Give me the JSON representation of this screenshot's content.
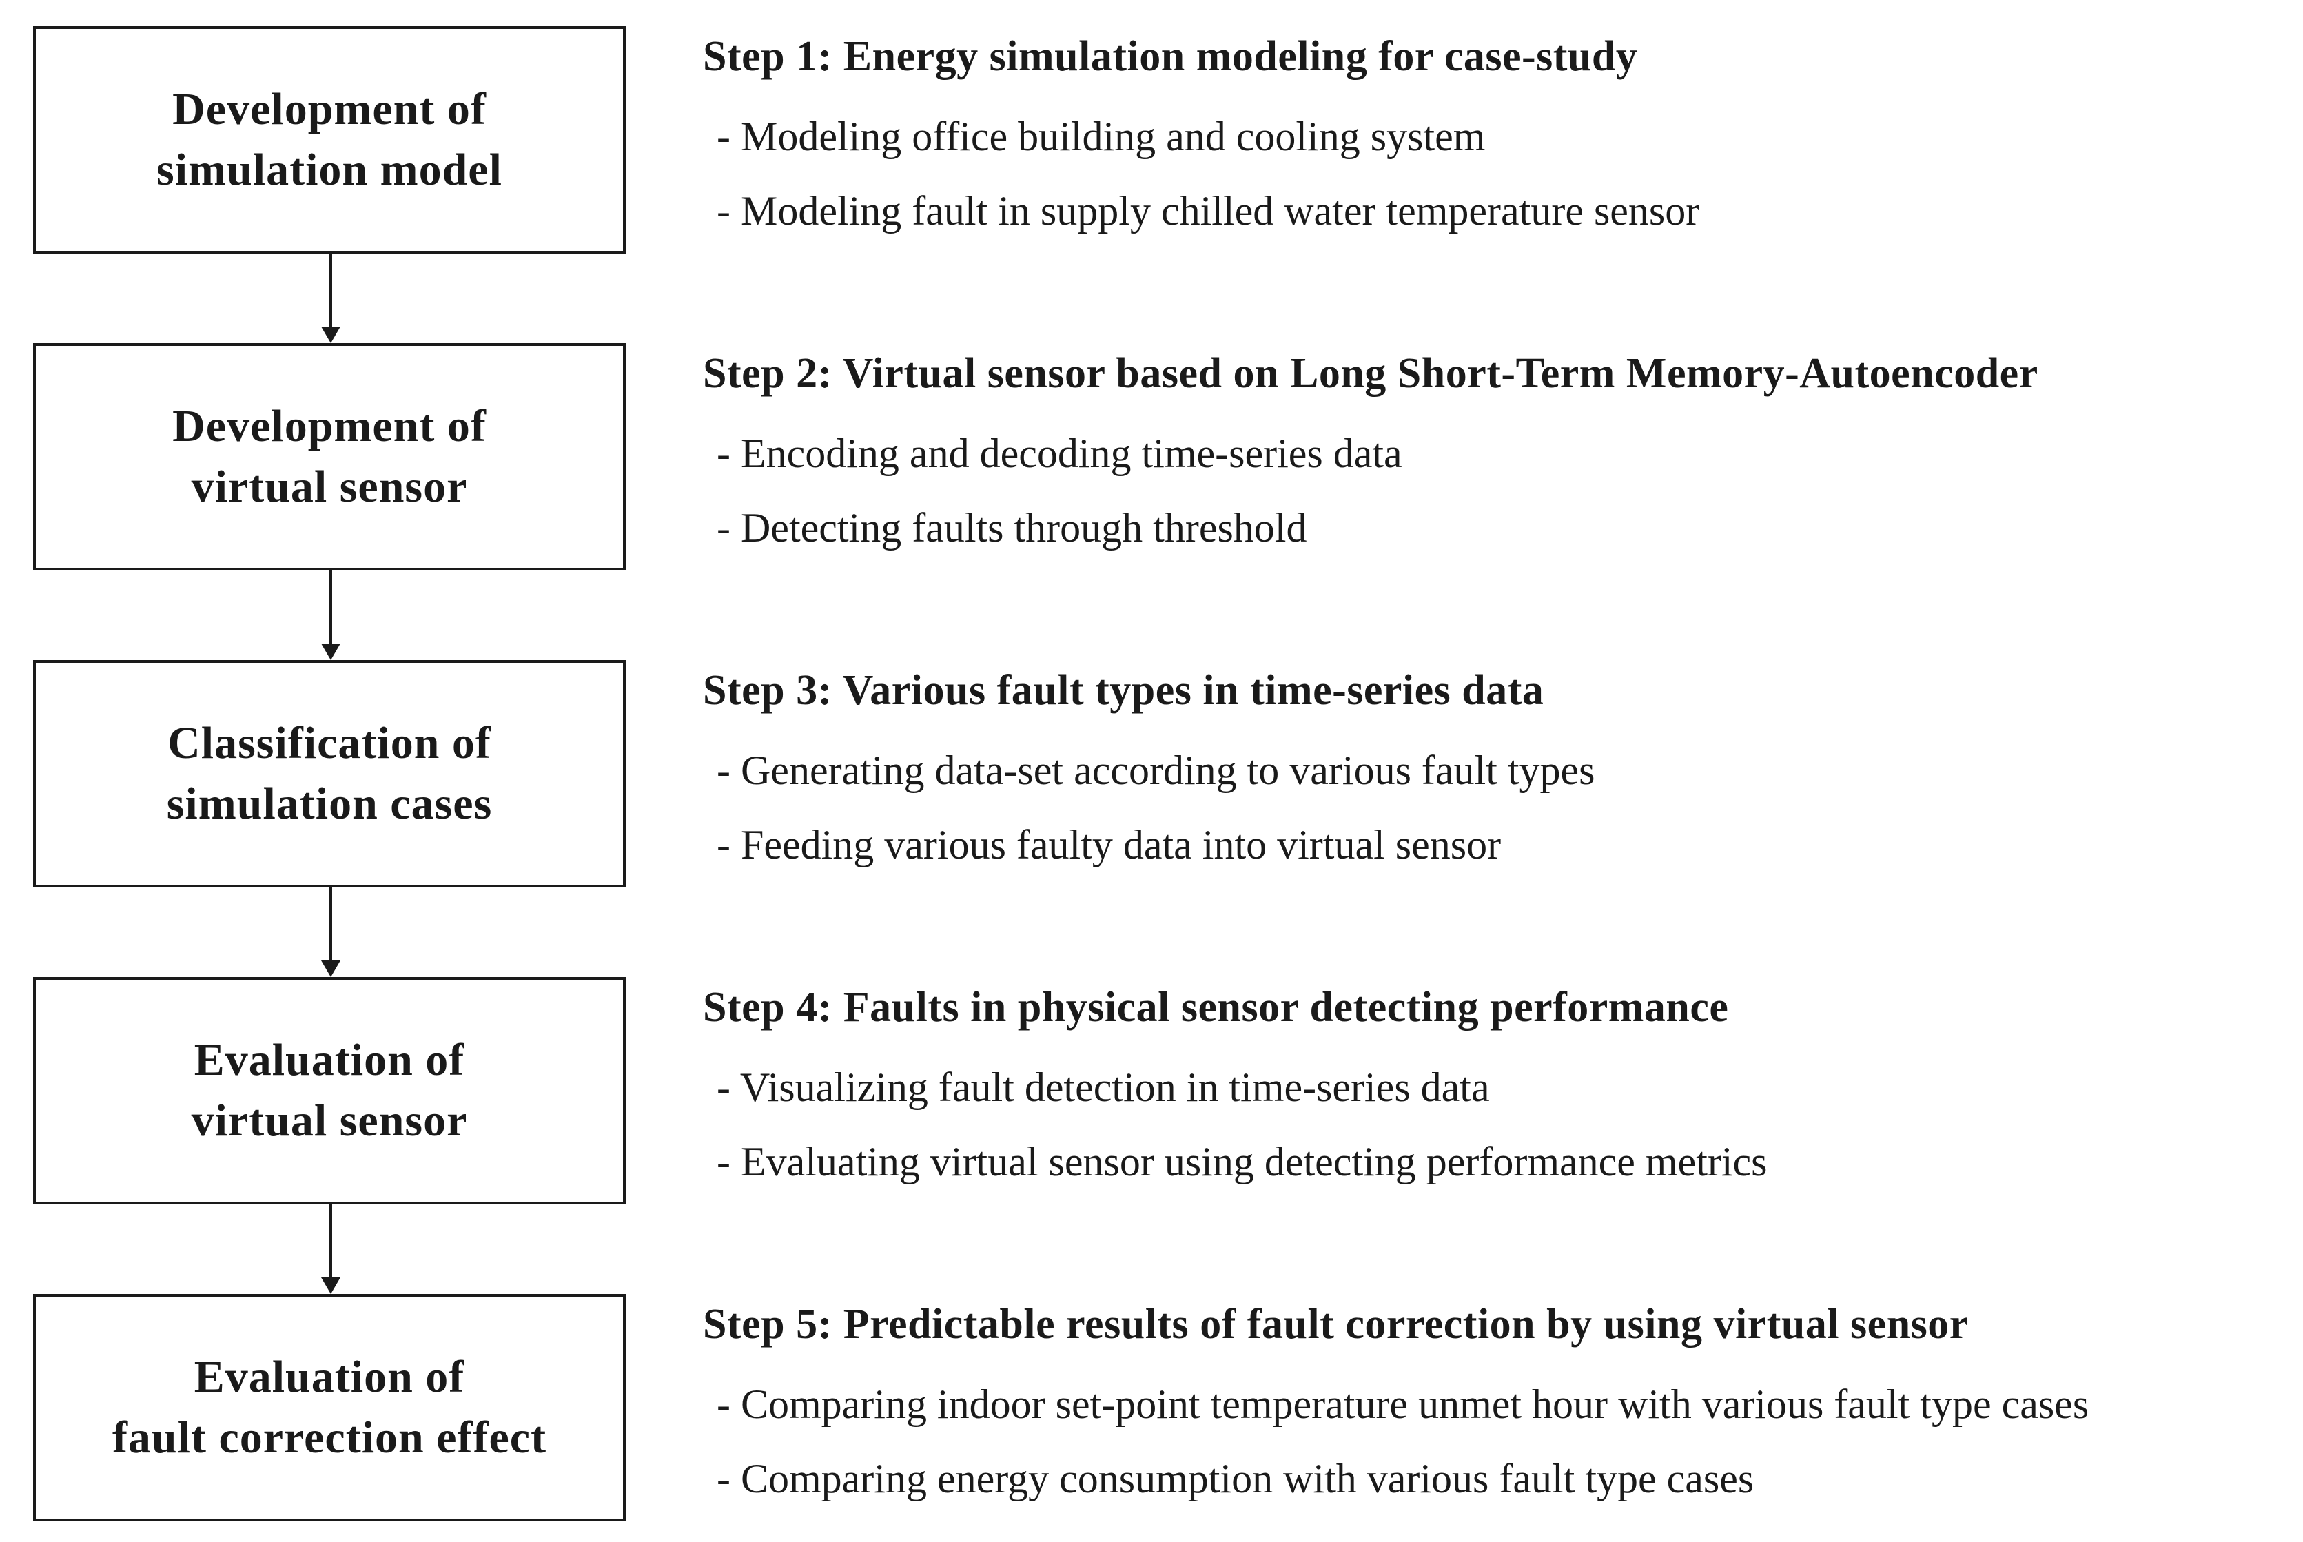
{
  "boxes": [
    {
      "title": "Development of\nsimulation model"
    },
    {
      "title": "Development of\nvirtual sensor"
    },
    {
      "title": "Classification of\nsimulation cases"
    },
    {
      "title": "Evaluation of\nvirtual sensor"
    },
    {
      "title": "Evaluation of\nfault correction effect"
    }
  ],
  "steps": [
    {
      "title": "Step 1: Energy simulation modeling for case-study",
      "items": [
        "- Modeling office building and cooling system",
        "- Modeling fault in supply chilled water temperature sensor"
      ]
    },
    {
      "title": "Step 2: Virtual sensor based on Long Short-Term Memory-Autoencoder",
      "items": [
        "- Encoding and decoding time-series data",
        "- Detecting faults through threshold"
      ]
    },
    {
      "title": "Step 3: Various fault types in time-series data",
      "items": [
        "- Generating data-set according to various fault types",
        "- Feeding various faulty data into virtual sensor"
      ]
    },
    {
      "title": "Step 4: Faults in physical sensor detecting performance",
      "items": [
        "- Visualizing fault detection in time-series data",
        "- Evaluating virtual sensor using detecting performance metrics"
      ]
    },
    {
      "title": "Step 5: Predictable results of fault correction by using virtual sensor",
      "items": [
        "- Comparing indoor set-point temperature unmet hour with various fault type cases",
        "- Comparing energy consumption with various fault type cases"
      ]
    }
  ]
}
